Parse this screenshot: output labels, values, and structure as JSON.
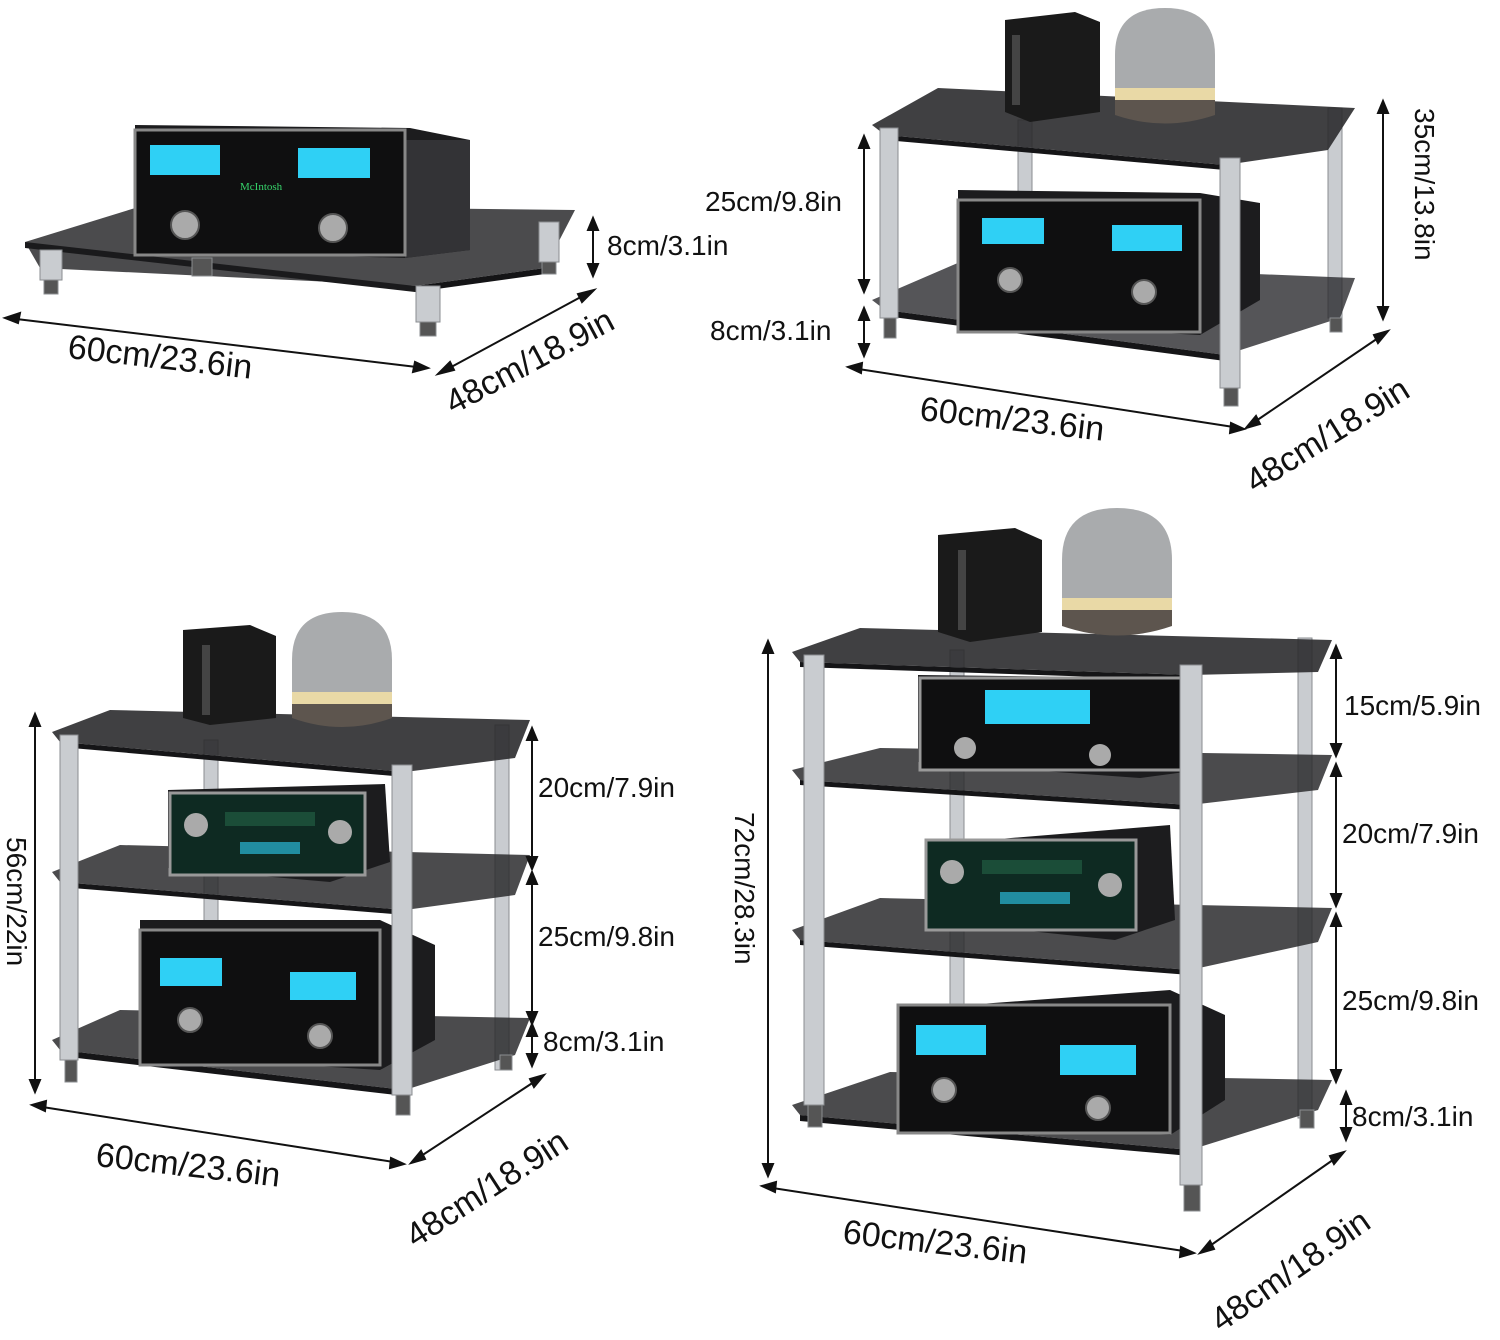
{
  "brand": "McIntosh",
  "stands": [
    {
      "name": "1-tier",
      "width_label": "60cm/23.6in",
      "depth_label": "48cm/18.9in",
      "dims": [
        "8cm/3.1in"
      ]
    },
    {
      "name": "2-tier",
      "width_label": "60cm/23.6in",
      "depth_label": "48cm/18.9in",
      "height_label": "35cm/13.8in",
      "dims": [
        "25cm/9.8in",
        "8cm/3.1in"
      ]
    },
    {
      "name": "3-tier",
      "width_label": "60cm/23.6in",
      "depth_label": "48cm/18.9in",
      "height_label": "56cm/22in",
      "dims": [
        "20cm/7.9in",
        "25cm/9.8in",
        "8cm/3.1in"
      ]
    },
    {
      "name": "4-tier",
      "width_label": "60cm/23.6in",
      "depth_label": "48cm/18.9in",
      "height_label": "72cm/28.3in",
      "dims": [
        "15cm/5.9in",
        "20cm/7.9in",
        "25cm/9.8in",
        "8cm/3.1in"
      ]
    }
  ],
  "colors": {
    "glass": "#2b2b2e",
    "chrome": "#c9ccd0",
    "meter": "#2fd0f5",
    "amp_body": "#1c1c1e",
    "speaker_fabric": "#a9abad"
  }
}
